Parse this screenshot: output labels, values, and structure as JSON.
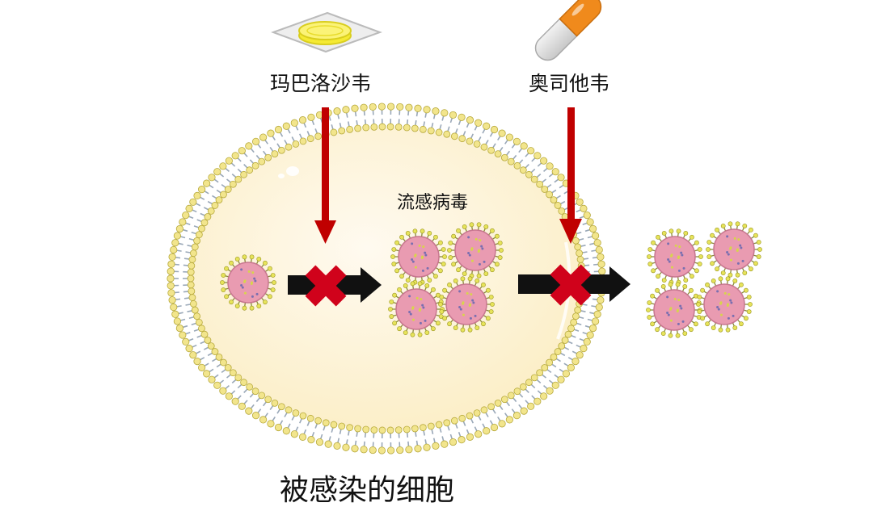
{
  "labels": {
    "drug_a": "玛巴洛沙韦",
    "drug_b": "奥司他韦",
    "virus": "流感病毒",
    "cell": "被感染的细胞"
  },
  "icons": {
    "drug_a": "tablet-icon",
    "drug_b": "capsule-icon",
    "block": "block-x-icon"
  },
  "colors": {
    "cell_fill": "#fdf3d0",
    "lipid_head": "#f2e58c",
    "lipid_tail": "#9aa8b8",
    "virus_body": "#e99bb1",
    "virus_spike": "#e6e35a",
    "inhibition_arrow": "#c00000",
    "block_x": "#d0021b",
    "process_arrow": "#111111",
    "capsule_orange": "#f08a1c",
    "tablet_yellow": "#f5ea33"
  }
}
